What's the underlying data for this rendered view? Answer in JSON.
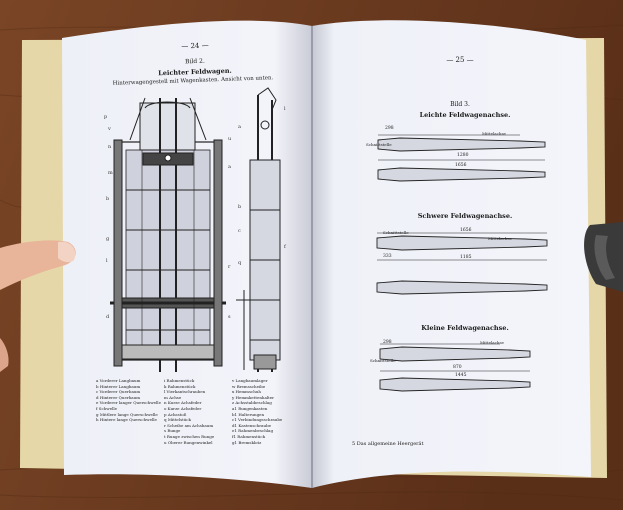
{
  "left_page": {
    "page_number": "— 24 —",
    "figure_label": "Bild 2.",
    "figure_title": "Leichter Feldwagen.",
    "figure_subtitle": "Hinterwagengestell mit Wagenkasten. Ansicht von unten.",
    "legend_col1": [
      "a Vorderer Langbaum",
      "b Hinterer Langbaum",
      "c Vorderer Querbaum",
      "d Hinterer Querbaum",
      "e Vorderer langer Querschwelle",
      "f Schwelle",
      "g Mittlere lange Querschwelle",
      "h Hintere lange Querschwelle"
    ],
    "legend_col2": [
      "i Rahmenstück",
      "k Rahmenstück",
      "l Vierkantschrauben",
      "m Achse",
      "n Kurze Achsfeder",
      "o Kurze Achsfeder",
      "p Achsstoß",
      "q Mittelstück",
      "r Scheibe am Achsbaum",
      "s Runge",
      "t Runge zwischen Runge",
      "u Oberer Rungenwinkel"
    ],
    "legend_col3": [
      "v Langbaumlager",
      "w Bremsscheibe",
      "x Hemmschuh",
      "y Hemmkettenhalter",
      "z Achsstabbeschlag",
      "a1 Rungenkasten",
      "b1 Halterungen",
      "c1 Verbindungsschraube",
      "d1 Kastenschraube",
      "e1 Rahmenbeschlag",
      "f1 Rahmenstück",
      "g1 Bremsklotz"
    ]
  },
  "right_page": {
    "page_number": "— 25 —",
    "figure_label": "Bild 3.",
    "heading_light": "Leichte Feldwagenachse.",
    "heading_heavy": "Schwere Feldwagenachse.",
    "heading_small": "Kleine Feldwagenachse.",
    "footer": "5 Das allgemeine Heergerät",
    "dims_light": {
      "a": "298",
      "b": "1280",
      "c": "1656",
      "label": "Schnittstelle",
      "label2": "Mittelachse"
    },
    "dims_heavy": {
      "a": "1656",
      "b": "333",
      "c": "1185",
      "label": "Schnittstelle",
      "label2": "Mittelachse"
    },
    "dims_small": {
      "a": "298",
      "b": "870",
      "c": "1445",
      "label": "Schnittstelle",
      "label2": "Mittelachse"
    }
  }
}
